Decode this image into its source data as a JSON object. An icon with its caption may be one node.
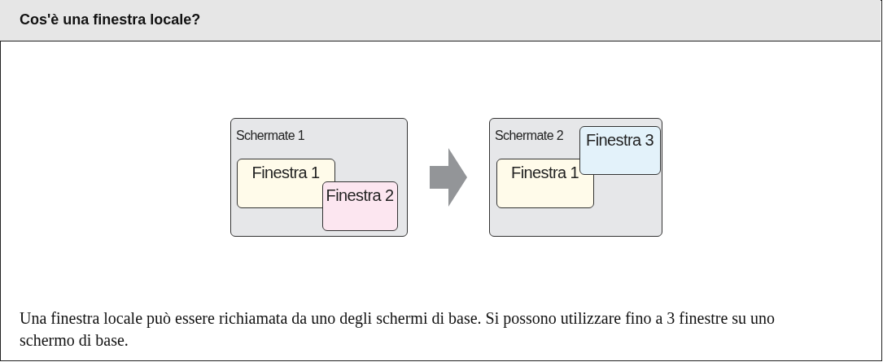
{
  "diagram": {
    "title": "Cos'è una finestra locale?",
    "nodes": [
      {
        "text": [
          "Schermate 1"
        ]
      },
      {
        "text": [
          "Finestra 1"
        ],
        "in": 0
      },
      {
        "text": [
          "Finestra 2"
        ],
        "in": 0
      },
      {
        "text": [
          "Schermate 2"
        ]
      },
      {
        "text": [
          "Finestra 1"
        ],
        "in": 3
      },
      {
        "text": [
          "Finestra 3"
        ],
        "in": 3
      }
    ],
    "edges": [
      {
        "from": 0,
        "to": 3,
        "arrow": "to"
      }
    ],
    "caption": "Una finestra locale può essere richiamata da uno degli schermi di base. Si possono utilizzare fino a 3 finestre su uno schermo di base."
  }
}
